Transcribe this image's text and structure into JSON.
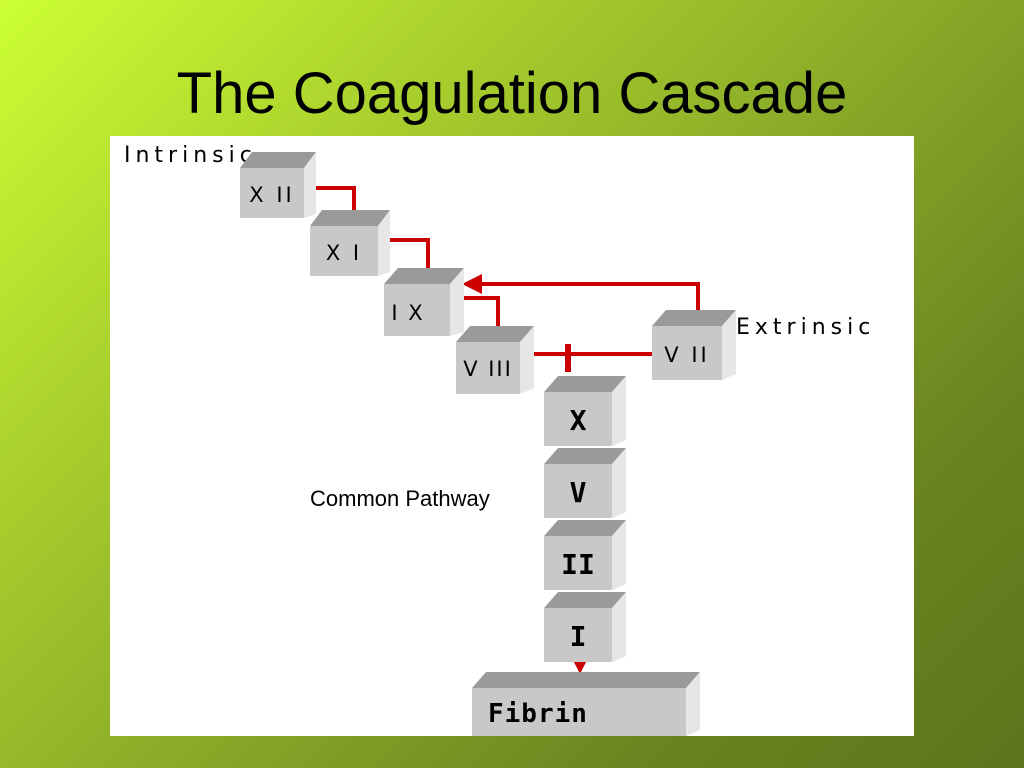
{
  "slide": {
    "title": "The Coagulation Cascade"
  },
  "diagram": {
    "pathway_labels": {
      "intrinsic": "Intrinsic",
      "extrinsic": "Extrinsic",
      "common": "Common Pathway"
    },
    "factors": {
      "f12": "X II",
      "f11": "X I",
      "f9": "I X",
      "f8": "V III",
      "f7": "V II",
      "f10": "X",
      "f5": "V",
      "f2": "II",
      "f1": "I",
      "fibrin": "Fibrin"
    },
    "colors": {
      "arrow": "#cc0000",
      "box_front": "#c8c8c8",
      "box_top": "#9a9a9a",
      "box_side": "#e6e6e6",
      "box_shadow": "#8c8c8c"
    }
  }
}
